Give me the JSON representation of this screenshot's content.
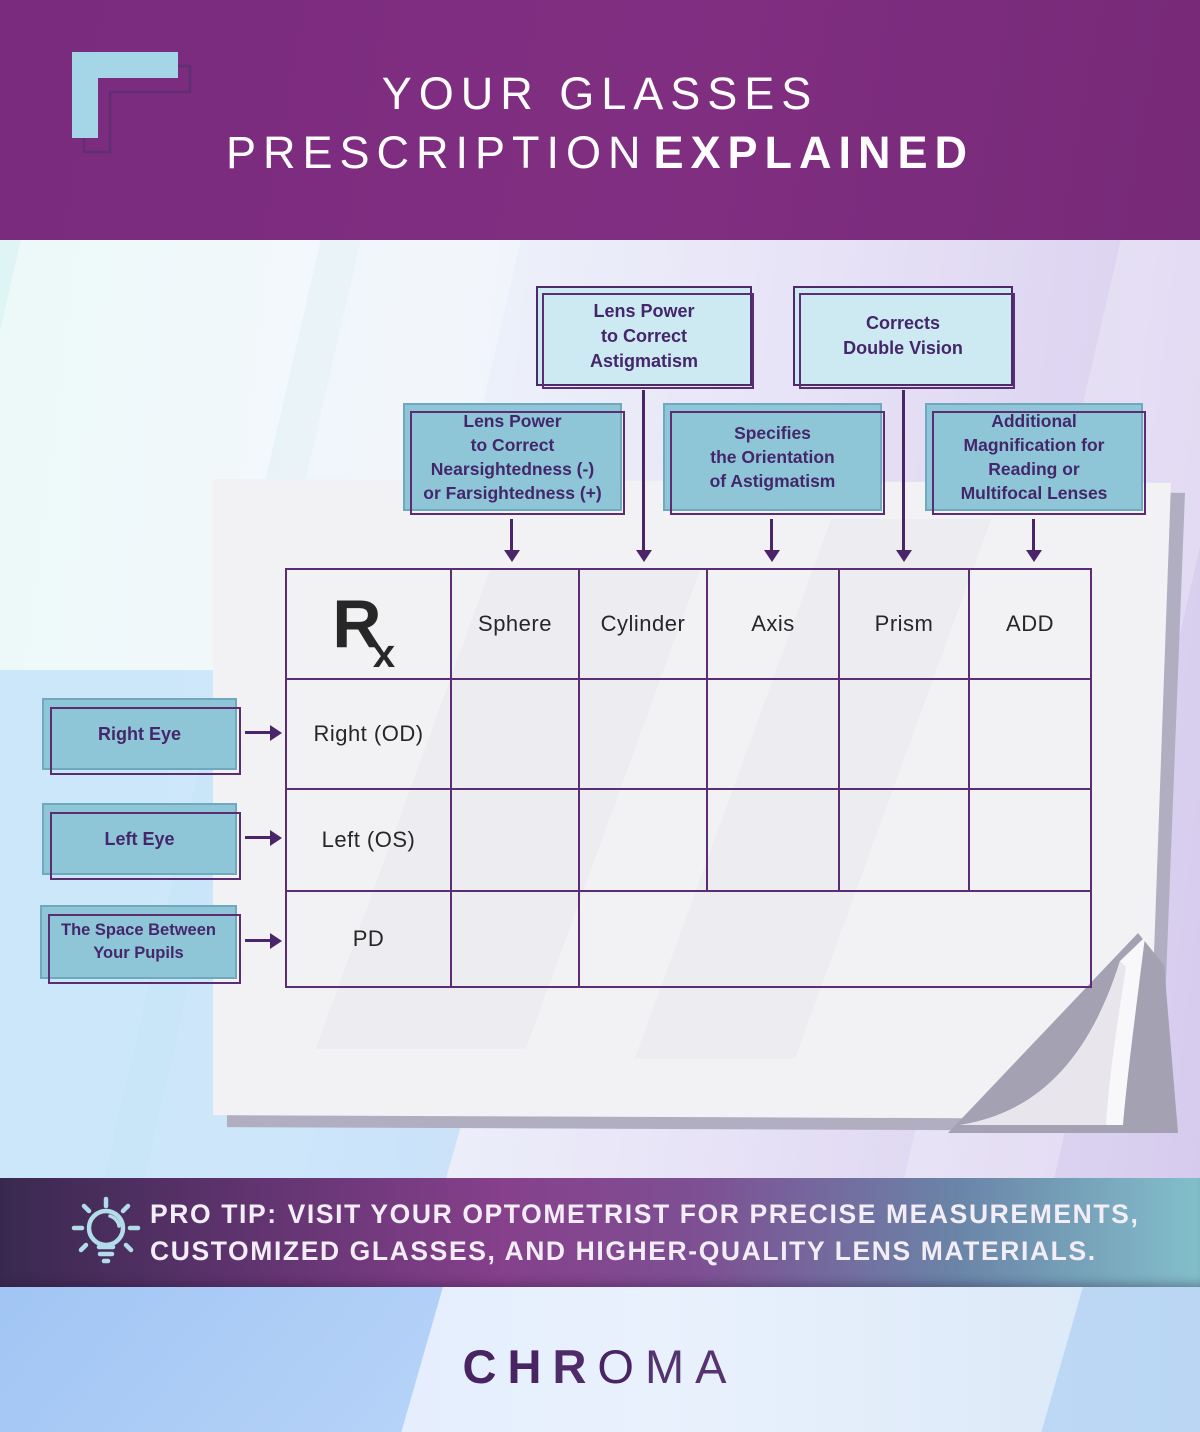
{
  "colors": {
    "header_purple": "#7c2d80",
    "accent_purple": "#4b2569",
    "border_purple": "#5b2d74",
    "box_teal": "#8ec6d8",
    "box_light_blue": "#cde9f2",
    "text_purple": "#44276b",
    "paper": "#f2f1f3",
    "protip_gradient_left": "#39294f",
    "protip_gradient_mid": "#86408c",
    "protip_gradient_right": "#83bfcb",
    "logo_purple": "#482463"
  },
  "icons": {
    "corner": "corner-bracket-icon",
    "protip": "lightbulb-icon"
  },
  "header": {
    "title_line1": "YOUR GLASSES",
    "title_line2_regular": "PRESCRIPTION",
    "title_line2_bold": "EXPLAINED"
  },
  "diagram": {
    "top_callouts": [
      {
        "label": "Lens Power\nto Correct\nAstigmatism",
        "points_to": "Cylinder"
      },
      {
        "label": "Corrects\nDouble Vision",
        "points_to": "Prism"
      },
      {
        "label": "Lens Power\nto Correct\nNearsightedness (-)\nor Farsightedness (+)",
        "points_to": "Sphere"
      },
      {
        "label": "Specifies\nthe Orientation\nof Astigmatism",
        "points_to": "Axis"
      },
      {
        "label": "Additional\nMagnification for\nReading or\nMultifocal Lenses",
        "points_to": "ADD"
      }
    ],
    "side_callouts": [
      {
        "label": "Right Eye",
        "points_to": "Right (OD)"
      },
      {
        "label": "Left Eye",
        "points_to": "Left (OS)"
      },
      {
        "label": "The Space Between\nYour Pupils",
        "points_to": "PD"
      }
    ],
    "table": {
      "rx_r": "R",
      "rx_x": "x",
      "columns": [
        "Sphere",
        "Cylinder",
        "Axis",
        "Prism",
        "ADD"
      ],
      "row_labels": [
        "Right (OD)",
        "Left (OS)",
        "PD"
      ]
    }
  },
  "protip": {
    "label": "PRO TIP:",
    "line1": "VISIT YOUR OPTOMETRIST FOR PRECISE MEASUREMENTS,",
    "line2": "CUSTOMIZED GLASSES, AND HIGHER-QUALITY LENS MATERIALS."
  },
  "footer": {
    "logo_part1": "CH",
    "logo_part2": "R",
    "logo_part3": "O",
    "logo_part4": "MA"
  }
}
